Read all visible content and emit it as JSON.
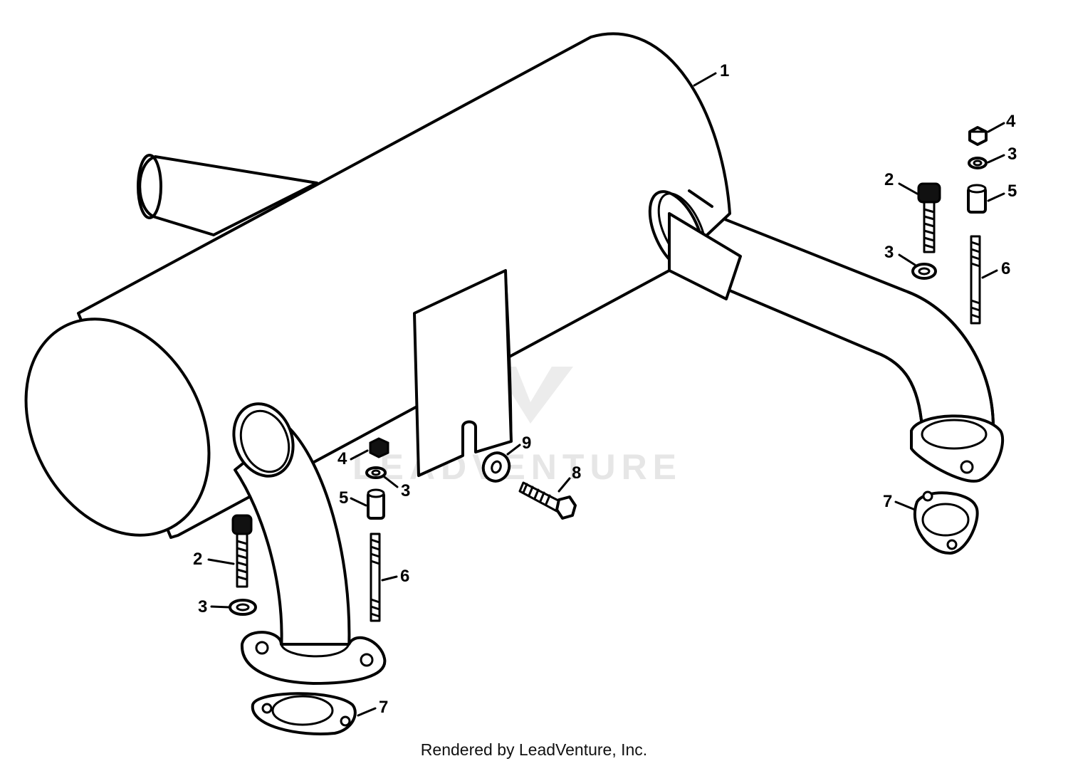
{
  "watermark": {
    "text": "LEADVENTURE"
  },
  "credit": "Rendered by LeadVenture, Inc.",
  "callouts": [
    {
      "id": "c1",
      "label": "1"
    },
    {
      "id": "c4r",
      "label": "4"
    },
    {
      "id": "c3r1",
      "label": "3"
    },
    {
      "id": "c2r",
      "label": "2"
    },
    {
      "id": "c5r",
      "label": "5"
    },
    {
      "id": "c3r2",
      "label": "3"
    },
    {
      "id": "c6r",
      "label": "6"
    },
    {
      "id": "c9",
      "label": "9"
    },
    {
      "id": "c8",
      "label": "8"
    },
    {
      "id": "c4l",
      "label": "4"
    },
    {
      "id": "c3l1",
      "label": "3"
    },
    {
      "id": "c5l",
      "label": "5"
    },
    {
      "id": "c2l",
      "label": "2"
    },
    {
      "id": "c6l",
      "label": "6"
    },
    {
      "id": "c3l2",
      "label": "3"
    },
    {
      "id": "c7l",
      "label": "7"
    },
    {
      "id": "c7r",
      "label": "7"
    }
  ]
}
